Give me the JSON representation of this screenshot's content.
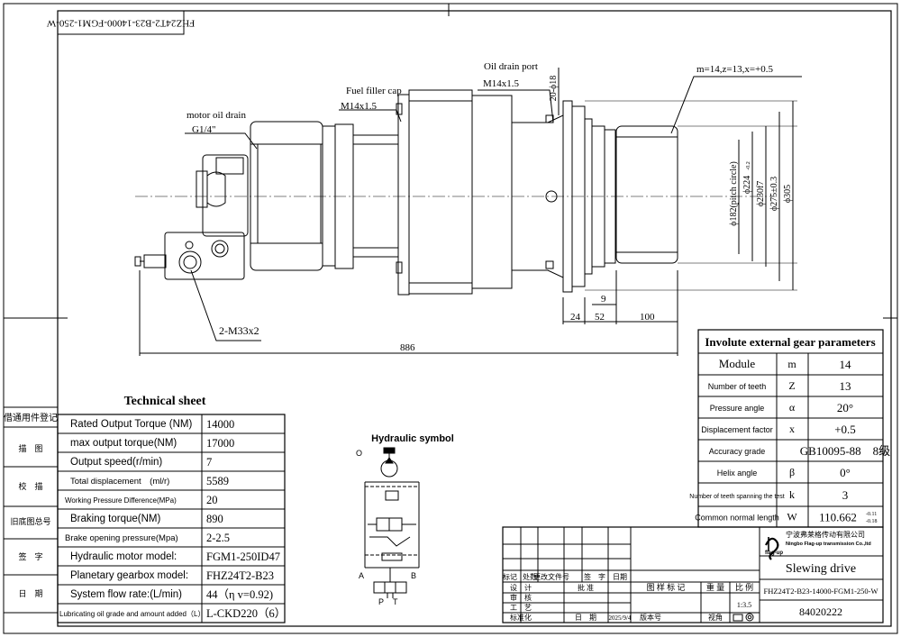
{
  "stamp": "FHZ24T2-B23-14000-FGM1-250-W",
  "labels": {
    "motor_oil_drain": "motor oil drain",
    "motor_oil_drain_size": "G1/4\"",
    "fuel_filler_cap": "Fuel filler cap",
    "fuel_filler_size": "M14x1.5",
    "oil_drain_port": "Oil drain port",
    "oil_drain_size": "M14x1.5",
    "gear_spec": "m=14,z=13,x=+0.5",
    "ports": "2-M33x2",
    "dim_20_18": "20-ϕ18",
    "dia_pitch": "ϕ182(pitch circle)",
    "dia_224": "ϕ224",
    "dia_224_tol": "-0.2",
    "dia_230": "ϕ230f7",
    "dia_275": "ϕ275±0.3",
    "dia_305": "ϕ305",
    "dim_9": "9",
    "dim_24": "24",
    "dim_52": "52",
    "dim_100": "100",
    "dim_886": "886"
  },
  "technical_sheet": {
    "title": "Technical sheet",
    "rows": [
      {
        "label": "Rated Output Torque (NM)",
        "value": "14000"
      },
      {
        "label": "max output torque(NM)",
        "value": "17000"
      },
      {
        "label": "Output speed(r/min)",
        "value": "7"
      },
      {
        "label": "Total displacement　(ml/r)",
        "value": "5589"
      },
      {
        "label": "Working Pressure Difference(MPa)",
        "value": "20"
      },
      {
        "label": "Braking torque(NM)",
        "value": "890"
      },
      {
        "label": "Brake opening pressure(Mpa)",
        "value": "2-2.5"
      },
      {
        "label": "Hydraulic motor model:",
        "value": "FGM1-250ID47"
      },
      {
        "label": "Planetary gearbox model:",
        "value": "FHZ24T2-B23"
      },
      {
        "label": "System flow rate:(L/min)",
        "value": "44（η v=0.92)"
      },
      {
        "label": "Lubricating oil grade and amount added（L）",
        "value": "L-CKD220（6）"
      }
    ]
  },
  "side_column": [
    "借通用件登记",
    "描　图",
    "校　描",
    "旧底图总号",
    "签　字",
    "日　期"
  ],
  "hydraulic": {
    "title": "Hydraulic symbol",
    "port_o": "O",
    "port_a": "A",
    "port_b": "B",
    "port_p": "P",
    "port_t": "T"
  },
  "gear_table": {
    "title": "Involute external gear parameters",
    "rows": [
      {
        "name": "Module",
        "symbol": "m",
        "value": "14"
      },
      {
        "name": "Number of teeth",
        "symbol": "Z",
        "value": "13"
      },
      {
        "name": "Pressure angle",
        "symbol": "α",
        "value": "20°"
      },
      {
        "name": "Displacement factor",
        "symbol": "x",
        "value": "+0.5"
      },
      {
        "name": "Accuracy grade",
        "symbol": "",
        "value": "GB10095-88　8级"
      },
      {
        "name": "Helix angle",
        "symbol": "β",
        "value": "0°"
      },
      {
        "name": "Number of teeth spanning the test",
        "symbol": "k",
        "value": "3"
      },
      {
        "name": "Common normal length",
        "symbol": "W",
        "value": "110.662"
      }
    ],
    "w_tol_upper": "-0.11",
    "w_tol_lower": "-0.18"
  },
  "title_block": {
    "company_cn": "宁波弗莱格传动有限公司",
    "company_en": "Ningbo Flag-up transmission Co.,ltd",
    "logo_text": "flag-up",
    "product": "Slewing drive",
    "drawing_no": "FHZ24T2-B23-14000-FGM1-250-W",
    "code": "84020222",
    "scale": "1:3.5",
    "date": "2025/9/4",
    "h_marks": "标记",
    "h_count": "处数",
    "h_area": "更改文件号",
    "h_sign": "签　字",
    "h_date": "日期",
    "r_design": "设　计",
    "r_check": "审　核",
    "r_process": "工　艺",
    "r_std": "标准化",
    "r_approve": "批 准",
    "r_dates": "日　期",
    "h_pattern": "图 样 标 记",
    "h_weight": "重 量",
    "h_scale": "比 例",
    "version": "版本号",
    "view": "视角"
  }
}
